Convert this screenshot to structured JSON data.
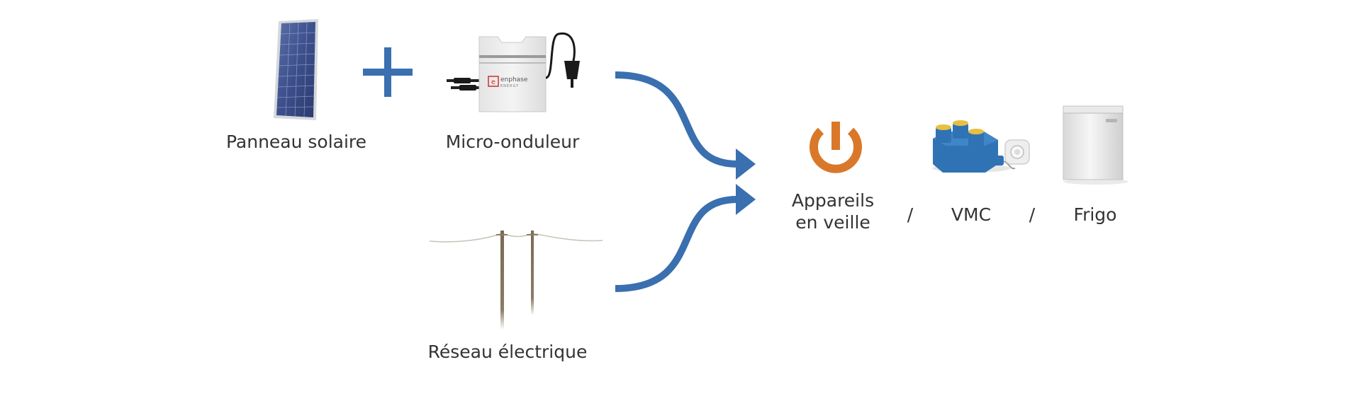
{
  "diagram": {
    "solar_panel": {
      "label": "Panneau solaire"
    },
    "micro_inverter": {
      "label": "Micro-onduleur",
      "brand": "enphase",
      "brand_sub": "ENERGY"
    },
    "grid": {
      "label": "Réseau électrique"
    },
    "standby": {
      "label_line1": "Appareils",
      "label_line2": "en veille"
    },
    "vmc": {
      "label": "VMC"
    },
    "fridge": {
      "label": "Frigo"
    },
    "separator": "/"
  },
  "colors": {
    "arrow_blue": "#3a6fb0",
    "plus_blue": "#3a6fb0",
    "power_orange": "#d9782a",
    "vmc_blue": "#2f73b5",
    "vmc_yellow": "#e6c040",
    "text": "#333333",
    "enphase_red": "#c8322d"
  },
  "icons": [
    "solar-panel-icon",
    "plus-icon",
    "micro-inverter-icon",
    "arrow-icon",
    "power-line-icon",
    "power-icon",
    "vmc-icon",
    "fridge-icon"
  ]
}
